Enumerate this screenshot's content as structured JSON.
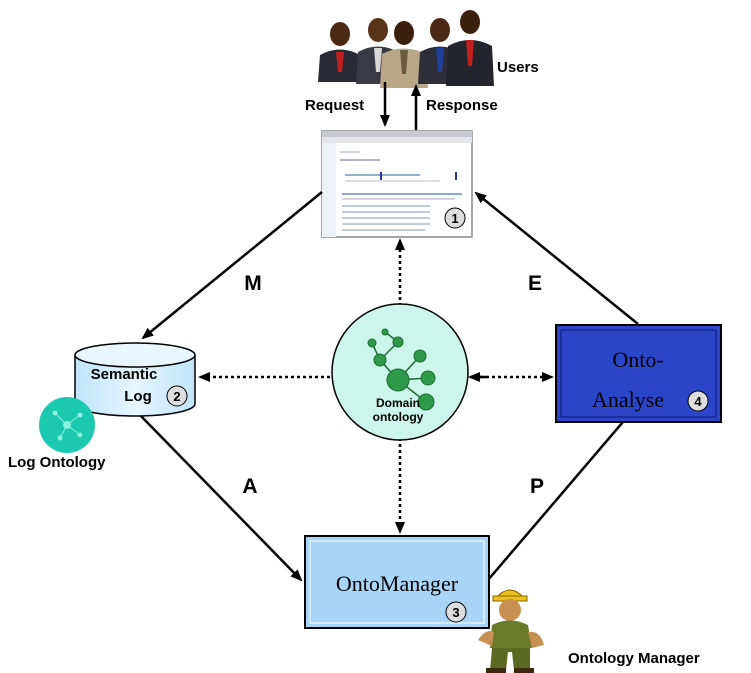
{
  "users_label": "Users",
  "request_label": "Request",
  "response_label": "Response",
  "edge_labels": {
    "m": "M",
    "e": "E",
    "a": "A",
    "p": "P"
  },
  "nodes": {
    "browser_number": "1",
    "semantic_log": {
      "line1": "Semantic",
      "line2": "Log",
      "number": "2"
    },
    "ontomanager": {
      "label": "OntoManager",
      "number": "3"
    },
    "onto_analyse": {
      "line1": "Onto-",
      "line2": "Analyse",
      "number": "4"
    },
    "domain_ontology": {
      "line1": "Domain",
      "line2": "ontology"
    }
  },
  "log_ontology_label": "Log Ontology",
  "ontology_manager_label": "Ontology Manager",
  "colors": {
    "semantic_log_fill": "#d4eefc",
    "ontomanager_fill": "#a8d4f8",
    "onto_analyse_fill": "#2b45c8",
    "domain_ontology_fill": "#ccf6ec",
    "ontology_node_green": "#2e9a48",
    "log_ontology_teal": "#1bc9b0"
  }
}
